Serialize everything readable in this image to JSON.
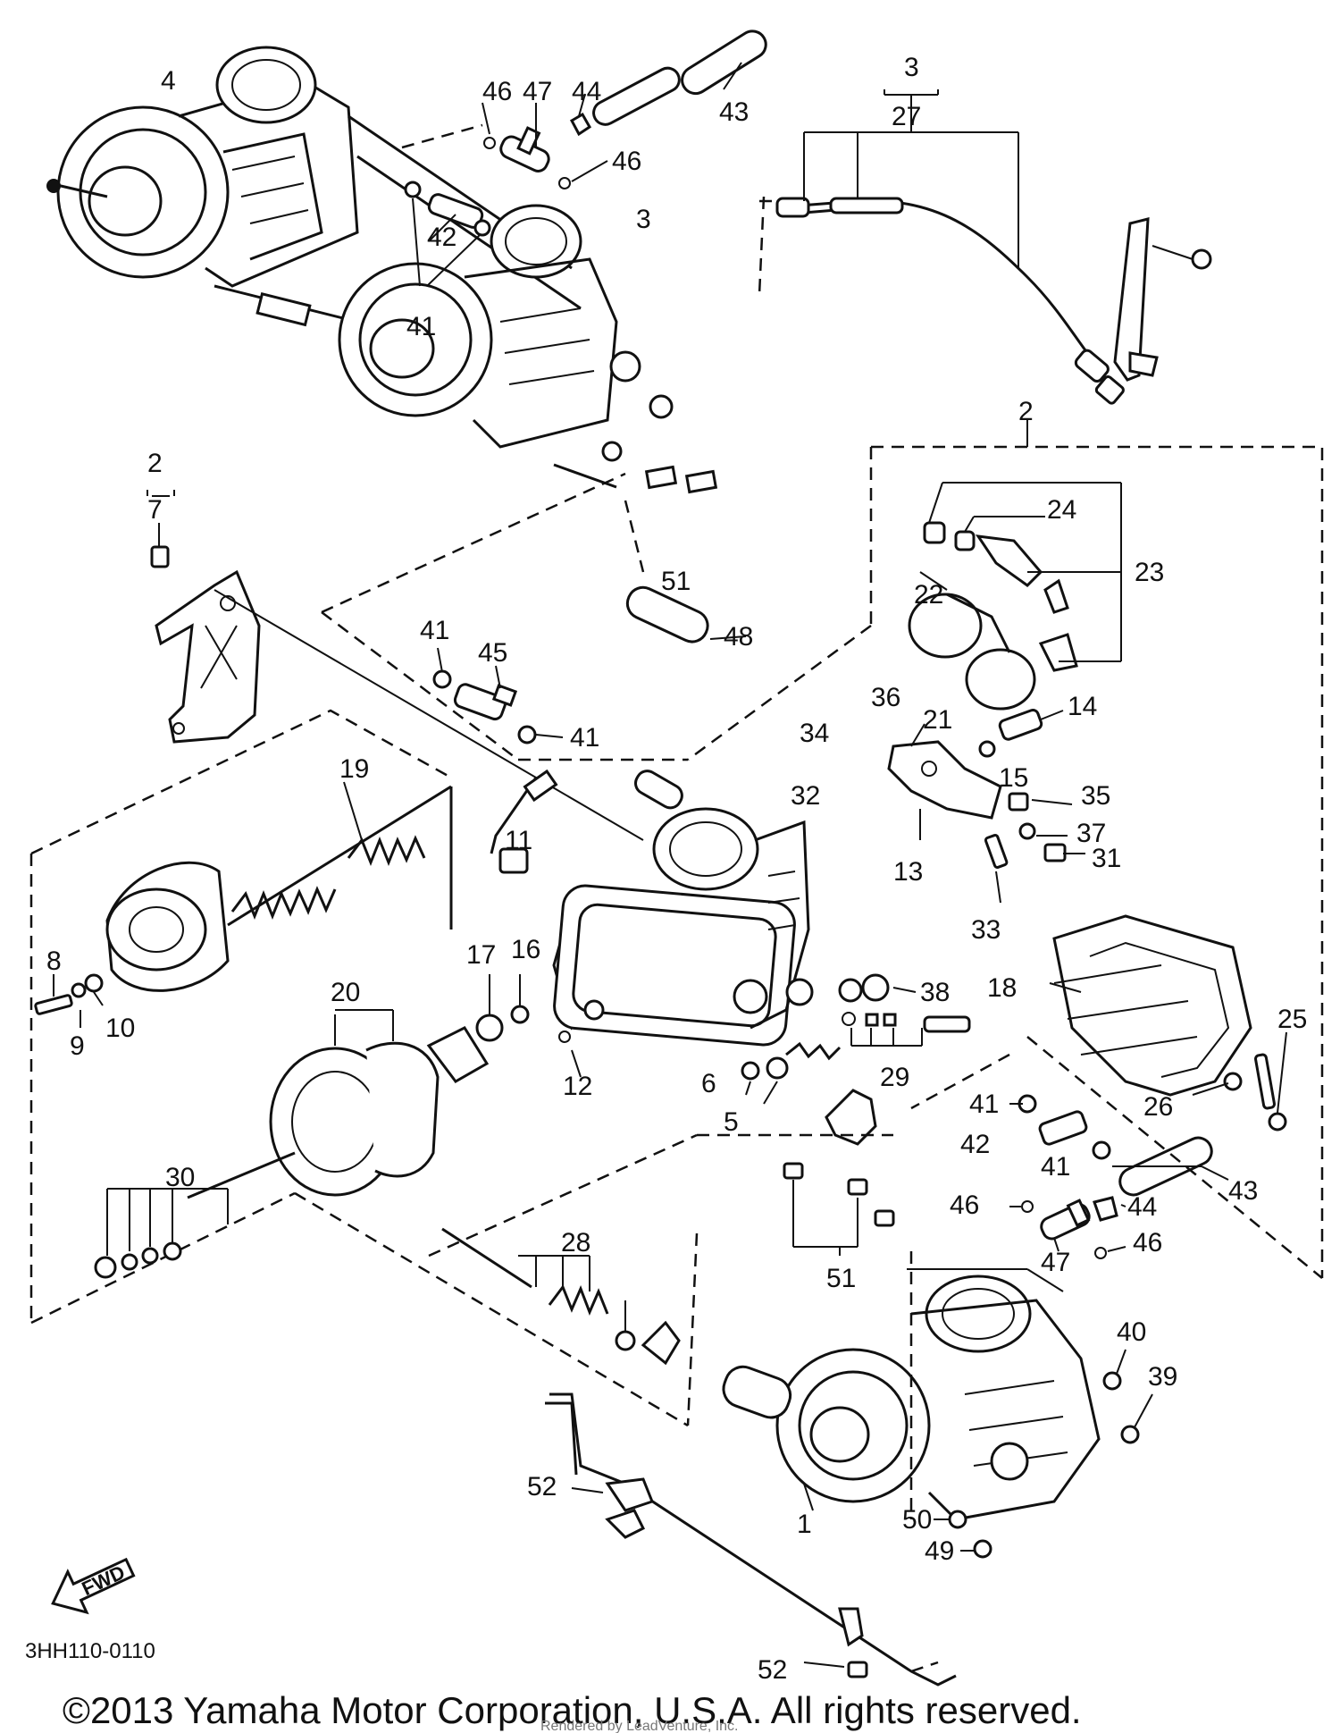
{
  "diagram_code": "3HH110-0110",
  "copyright": "©2013 Yamaha Motor Corporation, U.S.A. All rights reserved.",
  "renderer_note": "Rendered by LeadVenture, Inc.",
  "fwd_label": "FWD",
  "callouts": [
    "1",
    "2",
    "2",
    "3",
    "3",
    "4",
    "5",
    "6",
    "7",
    "8",
    "9",
    "10",
    "11",
    "12",
    "13",
    "14",
    "15",
    "16",
    "17",
    "18",
    "19",
    "20",
    "21",
    "22",
    "23",
    "24",
    "25",
    "26",
    "27",
    "28",
    "29",
    "30",
    "31",
    "32",
    "33",
    "34",
    "35",
    "36",
    "37",
    "38",
    "39",
    "40",
    "41",
    "41",
    "41",
    "41",
    "42",
    "42",
    "43",
    "43",
    "44",
    "44",
    "45",
    "46",
    "46",
    "46",
    "46",
    "47",
    "47",
    "48",
    "49",
    "50",
    "51",
    "51",
    "52",
    "52"
  ]
}
